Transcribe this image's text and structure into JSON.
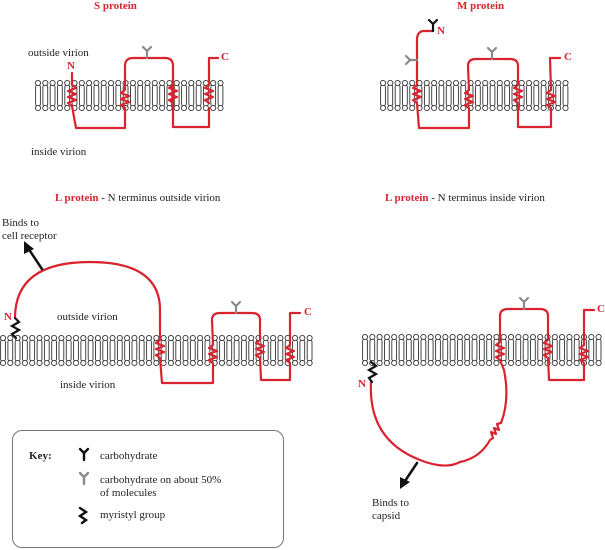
{
  "colors": {
    "protein": "#d9232e",
    "lipid": "#333333",
    "carbohydrate": "#111111",
    "carbohydrate_partial": "#8a8a8a",
    "myristyl": "#111111"
  },
  "panels": {
    "s": {
      "title": "S protein",
      "outside_label": "outside virion",
      "inside_label": "inside virion",
      "n_label": "N",
      "c_label": "C"
    },
    "m": {
      "title": "M protein",
      "n_label": "N",
      "c_label": "C"
    },
    "l_out": {
      "title_bold": "L protein",
      "title_rest": " - N terminus outside virion",
      "outside_label": "outside virion",
      "inside_label": "inside virion",
      "annotation": [
        "Binds to",
        "cell receptor"
      ],
      "n_label": "N",
      "c_label": "C"
    },
    "l_in": {
      "title_bold": "L protein",
      "title_rest": " - N terminus inside virion",
      "annotation": [
        "Binds to",
        "capsid"
      ],
      "n_label": "N",
      "c_label": "C"
    }
  },
  "key": {
    "title": "Key:",
    "items": [
      {
        "icon": "carbohydrate-icon",
        "label": [
          "carbohydrate"
        ]
      },
      {
        "icon": "partial-carbohydrate-icon",
        "label": [
          "carbohydrate on about 50%",
          "of molecules"
        ]
      },
      {
        "icon": "myristyl-icon",
        "label": [
          "myristyl group"
        ]
      }
    ]
  }
}
